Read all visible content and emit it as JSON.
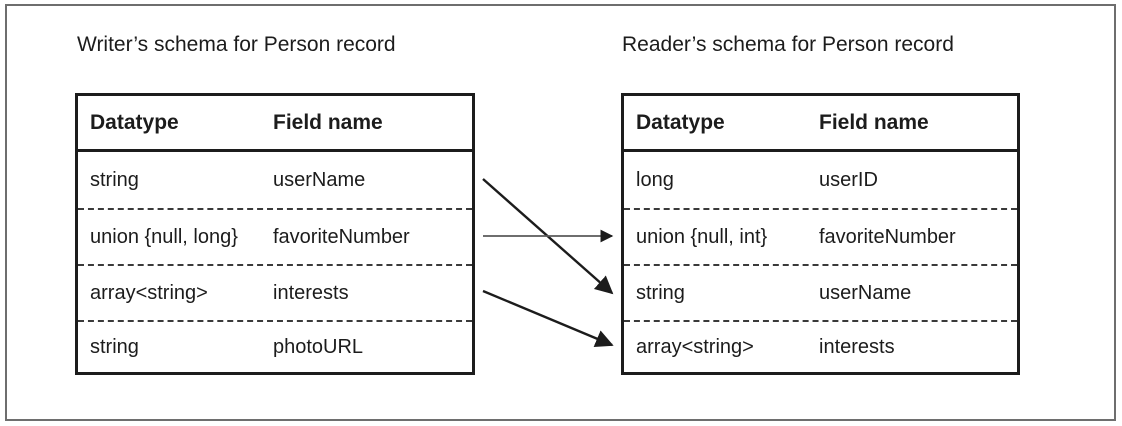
{
  "figure": {
    "background": "#ffffff",
    "frame_color": "#6e6e6e",
    "text_color": "#1c1c1c",
    "table_border_color": "#1c1c1c",
    "arrow_color": "#1c1c1c",
    "secondary_arrow_color": "#5a5a5a",
    "writer_schema": {
      "title": "Writer’s schema for Person record",
      "columns": [
        "Datatype",
        "Field name"
      ],
      "rows": [
        {
          "datatype": "string",
          "field_name": "userName"
        },
        {
          "datatype": "union {null, long}",
          "field_name": "favoriteNumber"
        },
        {
          "datatype": "array<string>",
          "field_name": "interests"
        },
        {
          "datatype": "string",
          "field_name": "photoURL"
        }
      ]
    },
    "reader_schema": {
      "title": "Reader’s schema for Person record",
      "columns": [
        "Datatype",
        "Field name"
      ],
      "rows": [
        {
          "datatype": "long",
          "field_name": "userID"
        },
        {
          "datatype": "union {null, int}",
          "field_name": "favoriteNumber"
        },
        {
          "datatype": "string",
          "field_name": "userName"
        },
        {
          "datatype": "array<string>",
          "field_name": "interests"
        }
      ]
    },
    "mappings": [
      {
        "from_field": "userName",
        "from_row": 1,
        "to_field": "userName",
        "to_row": 3
      },
      {
        "from_field": "favoriteNumber",
        "from_row": 2,
        "to_field": "favoriteNumber",
        "to_row": 2
      },
      {
        "from_field": "interests",
        "from_row": 3,
        "to_field": "interests",
        "to_row": 4
      }
    ]
  }
}
